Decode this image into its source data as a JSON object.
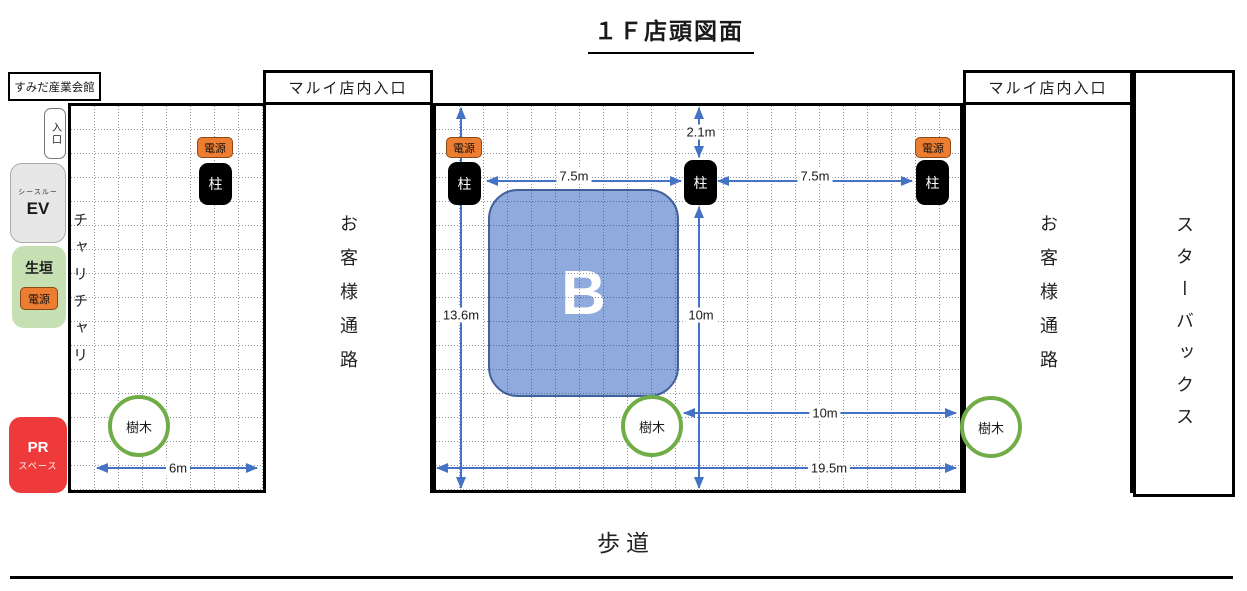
{
  "title": "１Ｆ店頭図面",
  "surroundings": {
    "sumida_hall": "すみだ産業会館",
    "marui_entrance": "マルイ店内入口",
    "customer_aisle": "お客様通路",
    "starbucks": "スターバックス",
    "sidewalk": "歩道"
  },
  "left_block": {
    "entrance": "入口",
    "ev_caption": "シースルー",
    "ev_label": "EV",
    "hedge": "生垣",
    "bicycle_share": "チャリチャリ",
    "pr_label": "PR",
    "pr_caption": "スペース"
  },
  "markers": {
    "power": "電源",
    "pillar": "柱",
    "tree": "樹木"
  },
  "zone": {
    "label": "B"
  },
  "measurements": {
    "left_frontage": "6m",
    "bay_left": "7.5m",
    "bay_right": "7.5m",
    "pillar_setback": "2.1m",
    "depth_left": "13.6m",
    "depth_right": "10m",
    "tree_spacing": "10m",
    "total_frontage": "19.5m"
  },
  "colors": {
    "arrow_blue": "#4472C4",
    "zone_fill": "#8FAADC",
    "zone_border": "#41619C",
    "power_orange": "#ED7D31",
    "pillar_black": "#000000",
    "tree_green": "#70AD47",
    "hedge_green": "#C6E0B4",
    "pr_red": "#EF3A3C",
    "ev_gray": "#E8E7E7"
  }
}
